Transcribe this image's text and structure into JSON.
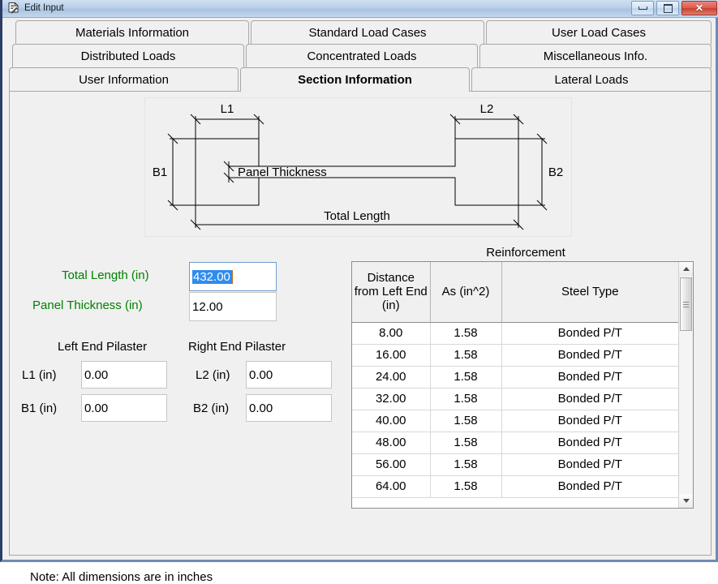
{
  "window": {
    "title": "Edit Input",
    "icon": "edit-document-icon",
    "controls": {
      "minimize": "minimize-icon",
      "maximize": "maximize-icon",
      "close": "✕"
    }
  },
  "tabs": [
    {
      "label": "Materials Information",
      "active": false,
      "row": 1,
      "col": 1
    },
    {
      "label": "Standard Load Cases",
      "active": false,
      "row": 1,
      "col": 2
    },
    {
      "label": "User Load Cases",
      "active": false,
      "row": 1,
      "col": 3
    },
    {
      "label": "Distributed Loads",
      "active": false,
      "row": 2,
      "col": 1
    },
    {
      "label": "Concentrated Loads",
      "active": false,
      "row": 2,
      "col": 2
    },
    {
      "label": "Miscellaneous Info.",
      "active": false,
      "row": 2,
      "col": 3
    },
    {
      "label": "User Information",
      "active": false,
      "row": 3,
      "col": 1
    },
    {
      "label": "Section Information",
      "active": true,
      "row": 3,
      "col": 2
    },
    {
      "label": "Lateral Loads",
      "active": false,
      "row": 3,
      "col": 3
    }
  ],
  "diagram": {
    "name": "panel-section-diagram",
    "labels": {
      "l1": "L1",
      "l2": "L2",
      "b1": "B1",
      "b2": "B2",
      "panel_thickness": "Panel Thickness",
      "total_length": "Total Length"
    }
  },
  "form": {
    "total_length": {
      "label": "Total Length (in)",
      "value": "432.00",
      "selected": true,
      "label_color": "#008000"
    },
    "panel_thickness": {
      "label": "Panel Thickness (in)",
      "value": "12.00",
      "selected": false,
      "label_color": "#008000"
    },
    "left_pilaster": {
      "heading": "Left End Pilaster",
      "l1_label": "L1 (in)",
      "l1_value": "0.00",
      "b1_label": "B1 (in)",
      "b1_value": "0.00"
    },
    "right_pilaster": {
      "heading": "Right End Pilaster",
      "l2_label": "L2 (in)",
      "l2_value": "0.00",
      "b2_label": "B2 (in)",
      "b2_value": "0.00"
    }
  },
  "reinforcement": {
    "title": "Reinforcement",
    "columns": [
      "Distance from Left End (in)",
      "As (in^2)",
      "Steel Type"
    ],
    "rows": [
      {
        "distance": "8.00",
        "as": "1.58",
        "steel_type": "Bonded P/T"
      },
      {
        "distance": "16.00",
        "as": "1.58",
        "steel_type": "Bonded P/T"
      },
      {
        "distance": "24.00",
        "as": "1.58",
        "steel_type": "Bonded P/T"
      },
      {
        "distance": "32.00",
        "as": "1.58",
        "steel_type": "Bonded P/T"
      },
      {
        "distance": "40.00",
        "as": "1.58",
        "steel_type": "Bonded P/T"
      },
      {
        "distance": "48.00",
        "as": "1.58",
        "steel_type": "Bonded P/T"
      },
      {
        "distance": "56.00",
        "as": "1.58",
        "steel_type": "Bonded P/T"
      },
      {
        "distance": "64.00",
        "as": "1.58",
        "steel_type": "Bonded P/T"
      }
    ],
    "scrollbar": {
      "up_icon": "scroll-up-arrow-icon",
      "down_icon": "scroll-down-arrow-icon"
    }
  },
  "note": "Note: All dimensions are in inches"
}
